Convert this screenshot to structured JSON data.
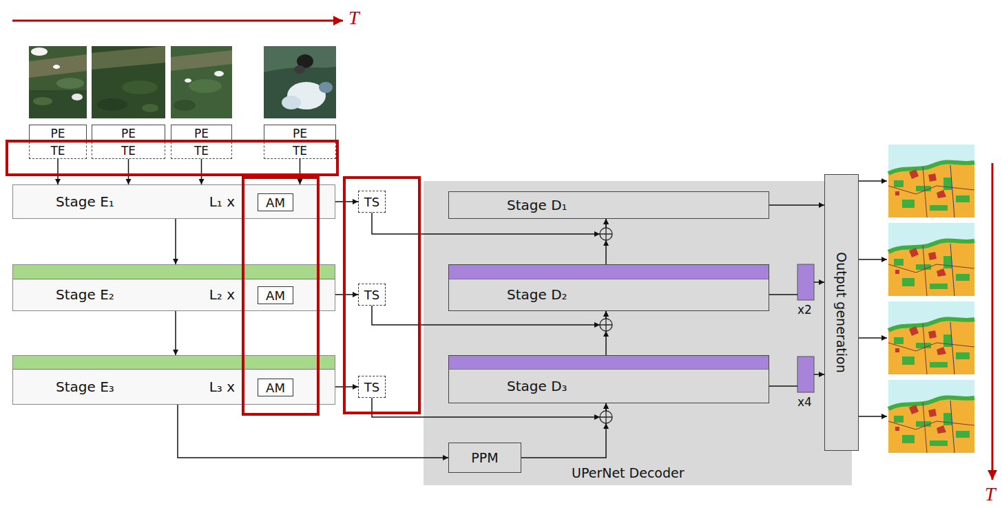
{
  "diagram": {
    "nodes": [
      {
        "text": [
          "PE"
        ]
      },
      {
        "text": [
          "PE"
        ]
      },
      {
        "text": [
          "PE"
        ]
      },
      {
        "text": [
          "PE"
        ]
      },
      {
        "text": [
          "TE"
        ]
      },
      {
        "text": [
          "TE"
        ]
      },
      {
        "text": [
          "TE"
        ]
      },
      {
        "text": [
          "TE"
        ]
      },
      {
        "text": [
          "Stage E₁",
          "L₁ x"
        ]
      },
      {
        "text": [
          "AM"
        ],
        "in": 8
      },
      {
        "text": [
          "Stage E₂",
          "L₂ x"
        ]
      },
      {
        "text": [
          "AM"
        ],
        "in": 10
      },
      {
        "text": [
          "Stage E₃",
          "L₃ x"
        ]
      },
      {
        "text": [
          "AM"
        ],
        "in": 12
      },
      {
        "text": [
          "TS"
        ]
      },
      {
        "text": [
          "TS"
        ]
      },
      {
        "text": [
          "TS"
        ]
      },
      {
        "text": [
          "UPerNet Decoder"
        ]
      },
      {
        "text": [
          "Stage D₁"
        ],
        "in": 17
      },
      {
        "text": [
          "Stage D₂"
        ],
        "in": 17
      },
      {
        "text": [
          "Stage D₃"
        ],
        "in": 17
      },
      {
        "text": [
          "PPM"
        ],
        "in": 17
      },
      {
        "text": [
          "Output generation"
        ]
      }
    ],
    "edges": [
      {
        "from": 4,
        "to": 8,
        "arrow": "to"
      },
      {
        "from": 5,
        "to": 8,
        "arrow": "to"
      },
      {
        "from": 6,
        "to": 8,
        "arrow": "to"
      },
      {
        "from": 7,
        "to": 8,
        "arrow": "to"
      },
      {
        "from": 8,
        "to": 10,
        "arrow": "to"
      },
      {
        "from": 10,
        "to": 12,
        "arrow": "to"
      },
      {
        "from": 8,
        "to": 14,
        "arrow": "to"
      },
      {
        "from": 10,
        "to": 15,
        "arrow": "to"
      },
      {
        "from": 12,
        "to": 16,
        "arrow": "to"
      },
      {
        "from": 14,
        "to": 18,
        "arrow": "to"
      },
      {
        "from": 19,
        "to": 18,
        "arrow": "to"
      },
      {
        "from": 15,
        "to": 19,
        "arrow": "to"
      },
      {
        "from": 20,
        "to": 19,
        "arrow": "to"
      },
      {
        "from": 16,
        "to": 20,
        "arrow": "to"
      },
      {
        "from": 21,
        "to": 20,
        "arrow": "to"
      },
      {
        "from": 12,
        "to": 21,
        "arrow": "to"
      },
      {
        "from": 18,
        "to": 22,
        "arrow": "to"
      },
      {
        "from": 19,
        "to": 22,
        "arrow": "to"
      },
      {
        "from": 20,
        "to": 22,
        "arrow": "to"
      }
    ],
    "labels": [
      "T",
      "T",
      "x2",
      "x4"
    ]
  }
}
